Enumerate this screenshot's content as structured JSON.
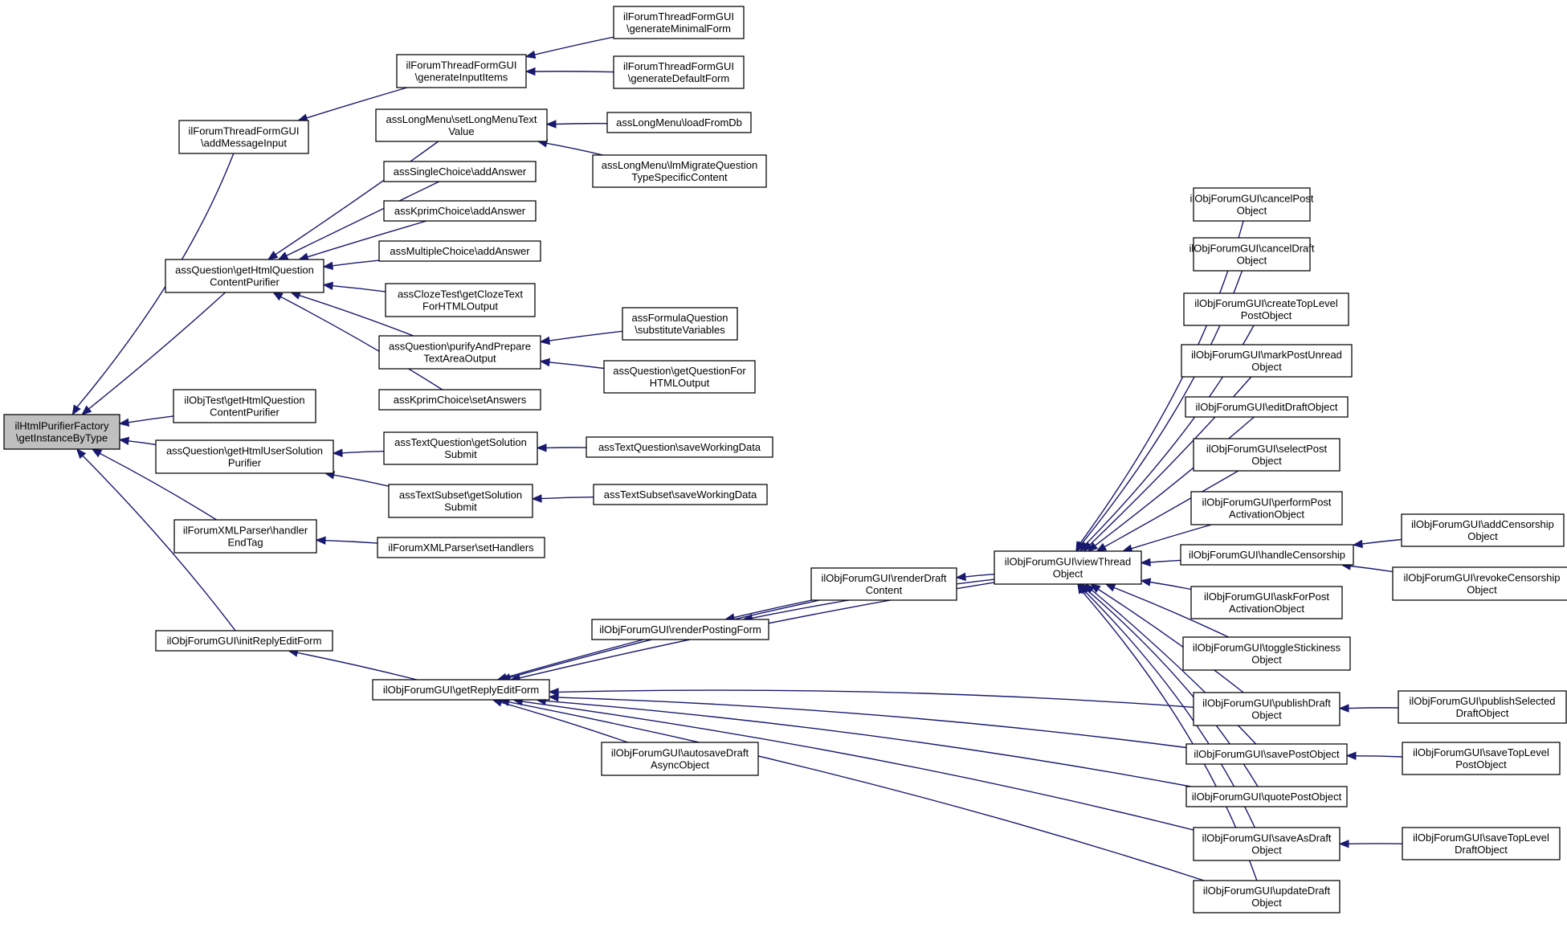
{
  "graph": {
    "edge_color": "#191970",
    "root_fill": "#bfbfbf",
    "nodes": [
      {
        "id": "root",
        "lines": [
          "ilHtmlPurifierFactory",
          "\\getInstanceByType"
        ],
        "highlight": true
      },
      {
        "id": "addMessageInput",
        "lines": [
          "ilForumThreadFormGUI",
          "\\addMessageInput"
        ]
      },
      {
        "id": "generateInputItems",
        "lines": [
          "ilForumThreadFormGUI",
          "\\generateInputItems"
        ]
      },
      {
        "id": "generateMinimalForm",
        "lines": [
          "ilForumThreadFormGUI",
          "\\generateMinimalForm"
        ]
      },
      {
        "id": "generateDefaultForm",
        "lines": [
          "ilForumThreadFormGUI",
          "\\generateDefaultForm"
        ]
      },
      {
        "id": "qContentPurifier",
        "lines": [
          "assQuestion\\getHtmlQuestion",
          "ContentPurifier"
        ]
      },
      {
        "id": "setLongMenuTextValue",
        "lines": [
          "assLongMenu\\setLongMenuText",
          "Value"
        ]
      },
      {
        "id": "loadFromDb",
        "lines": [
          "assLongMenu\\loadFromDb"
        ]
      },
      {
        "id": "lmMigrate",
        "lines": [
          "assLongMenu\\lmMigrateQuestion",
          "TypeSpecificContent"
        ]
      },
      {
        "id": "scAddAnswer",
        "lines": [
          "assSingleChoice\\addAnswer"
        ]
      },
      {
        "id": "kpAddAnswer",
        "lines": [
          "assKprimChoice\\addAnswer"
        ]
      },
      {
        "id": "mcAddAnswer",
        "lines": [
          "assMultipleChoice\\addAnswer"
        ]
      },
      {
        "id": "clozeText",
        "lines": [
          "assClozeTest\\getClozeText",
          "ForHTMLOutput"
        ]
      },
      {
        "id": "purifyPrepare",
        "lines": [
          "assQuestion\\purifyAndPrepare",
          "TextAreaOutput"
        ]
      },
      {
        "id": "substituteVariables",
        "lines": [
          "assFormulaQuestion",
          "\\substituteVariables"
        ]
      },
      {
        "id": "getQuestionForHTML",
        "lines": [
          "assQuestion\\getQuestionFor",
          "HTMLOutput"
        ]
      },
      {
        "id": "kpSetAnswers",
        "lines": [
          "assKprimChoice\\setAnswers"
        ]
      },
      {
        "id": "objTestPurifier",
        "lines": [
          "ilObjTest\\getHtmlQuestion",
          "ContentPurifier"
        ]
      },
      {
        "id": "userSolPurifier",
        "lines": [
          "assQuestion\\getHtmlUserSolution",
          "Purifier"
        ]
      },
      {
        "id": "tqSolutionSubmit",
        "lines": [
          "assTextQuestion\\getSolution",
          "Submit"
        ]
      },
      {
        "id": "tqSaveWorking",
        "lines": [
          "assTextQuestion\\saveWorkingData"
        ]
      },
      {
        "id": "tsSolutionSubmit",
        "lines": [
          "assTextSubset\\getSolution",
          "Submit"
        ]
      },
      {
        "id": "tsSaveWorking",
        "lines": [
          "assTextSubset\\saveWorkingData"
        ]
      },
      {
        "id": "xmlHandlerEndTag",
        "lines": [
          "ilForumXMLParser\\handler",
          "EndTag"
        ]
      },
      {
        "id": "xmlSetHandlers",
        "lines": [
          "ilForumXMLParser\\setHandlers"
        ]
      },
      {
        "id": "initReplyEditForm",
        "lines": [
          "ilObjForumGUI\\initReplyEditForm"
        ]
      },
      {
        "id": "getReplyEditForm",
        "lines": [
          "ilObjForumGUI\\getReplyEditForm"
        ]
      },
      {
        "id": "renderPostingForm",
        "lines": [
          "ilObjForumGUI\\renderPostingForm"
        ]
      },
      {
        "id": "renderDraftContent",
        "lines": [
          "ilObjForumGUI\\renderDraft",
          "Content"
        ]
      },
      {
        "id": "autosaveDraft",
        "lines": [
          "ilObjForumGUI\\autosaveDraft",
          "AsyncObject"
        ]
      },
      {
        "id": "viewThread",
        "lines": [
          "ilObjForumGUI\\viewThread",
          "Object"
        ]
      },
      {
        "id": "cancelPost",
        "lines": [
          "ilObjForumGUI\\cancelPost",
          "Object"
        ]
      },
      {
        "id": "cancelDraft",
        "lines": [
          "ilObjForumGUI\\cancelDraft",
          "Object"
        ]
      },
      {
        "id": "createTopLevel",
        "lines": [
          "ilObjForumGUI\\createTopLevel",
          "PostObject"
        ]
      },
      {
        "id": "markPostUnread",
        "lines": [
          "ilObjForumGUI\\markPostUnread",
          "Object"
        ]
      },
      {
        "id": "editDraft",
        "lines": [
          "ilObjForumGUI\\editDraftObject"
        ]
      },
      {
        "id": "selectPost",
        "lines": [
          "ilObjForumGUI\\selectPost",
          "Object"
        ]
      },
      {
        "id": "performPostActivation",
        "lines": [
          "ilObjForumGUI\\performPost",
          "ActivationObject"
        ]
      },
      {
        "id": "handleCensorship",
        "lines": [
          "ilObjForumGUI\\handleCensorship"
        ]
      },
      {
        "id": "addCensorship",
        "lines": [
          "ilObjForumGUI\\addCensorship",
          "Object"
        ]
      },
      {
        "id": "revokeCensorship",
        "lines": [
          "ilObjForumGUI\\revokeCensorship",
          "Object"
        ]
      },
      {
        "id": "askForPostActivation",
        "lines": [
          "ilObjForumGUI\\askForPost",
          "ActivationObject"
        ]
      },
      {
        "id": "toggleStickiness",
        "lines": [
          "ilObjForumGUI\\toggleStickiness",
          "Object"
        ]
      },
      {
        "id": "publishDraft",
        "lines": [
          "ilObjForumGUI\\publishDraft",
          "Object"
        ]
      },
      {
        "id": "publishSelectedDraft",
        "lines": [
          "ilObjForumGUI\\publishSelected",
          "DraftObject"
        ]
      },
      {
        "id": "savePost",
        "lines": [
          "ilObjForumGUI\\savePostObject"
        ]
      },
      {
        "id": "saveTopLevelPost",
        "lines": [
          "ilObjForumGUI\\saveTopLevel",
          "PostObject"
        ]
      },
      {
        "id": "quotePost",
        "lines": [
          "ilObjForumGUI\\quotePostObject"
        ]
      },
      {
        "id": "saveAsDraft",
        "lines": [
          "ilObjForumGUI\\saveAsDraft",
          "Object"
        ]
      },
      {
        "id": "saveTopLevelDraft",
        "lines": [
          "ilObjForumGUI\\saveTopLevel",
          "DraftObject"
        ]
      },
      {
        "id": "updateDraft",
        "lines": [
          "ilObjForumGUI\\updateDraft",
          "Object"
        ]
      }
    ],
    "edges": [
      [
        "addMessageInput",
        "root"
      ],
      [
        "qContentPurifier",
        "root"
      ],
      [
        "objTestPurifier",
        "root"
      ],
      [
        "userSolPurifier",
        "root"
      ],
      [
        "xmlHandlerEndTag",
        "root"
      ],
      [
        "initReplyEditForm",
        "root"
      ],
      [
        "generateInputItems",
        "addMessageInput"
      ],
      [
        "generateMinimalForm",
        "generateInputItems"
      ],
      [
        "generateDefaultForm",
        "generateInputItems"
      ],
      [
        "setLongMenuTextValue",
        "qContentPurifier"
      ],
      [
        "scAddAnswer",
        "qContentPurifier"
      ],
      [
        "kpAddAnswer",
        "qContentPurifier"
      ],
      [
        "mcAddAnswer",
        "qContentPurifier"
      ],
      [
        "clozeText",
        "qContentPurifier"
      ],
      [
        "purifyPrepare",
        "qContentPurifier"
      ],
      [
        "kpSetAnswers",
        "qContentPurifier"
      ],
      [
        "loadFromDb",
        "setLongMenuTextValue"
      ],
      [
        "lmMigrate",
        "setLongMenuTextValue"
      ],
      [
        "substituteVariables",
        "purifyPrepare"
      ],
      [
        "getQuestionForHTML",
        "purifyPrepare"
      ],
      [
        "tqSolutionSubmit",
        "userSolPurifier"
      ],
      [
        "tsSolutionSubmit",
        "userSolPurifier"
      ],
      [
        "tqSaveWorking",
        "tqSolutionSubmit"
      ],
      [
        "tsSaveWorking",
        "tsSolutionSubmit"
      ],
      [
        "xmlSetHandlers",
        "xmlHandlerEndTag"
      ],
      [
        "getReplyEditForm",
        "initReplyEditForm"
      ],
      [
        "renderPostingForm",
        "getReplyEditForm"
      ],
      [
        "renderDraftContent",
        "getReplyEditForm"
      ],
      [
        "viewThread",
        "getReplyEditForm"
      ],
      [
        "autosaveDraft",
        "getReplyEditForm"
      ],
      [
        "publishDraft",
        "getReplyEditForm"
      ],
      [
        "savePost",
        "getReplyEditForm"
      ],
      [
        "quotePost",
        "getReplyEditForm"
      ],
      [
        "saveAsDraft",
        "getReplyEditForm"
      ],
      [
        "updateDraft",
        "getReplyEditForm"
      ],
      [
        "renderDraftContent",
        "renderPostingForm"
      ],
      [
        "viewThread",
        "renderPostingForm"
      ],
      [
        "viewThread",
        "renderDraftContent"
      ],
      [
        "cancelPost",
        "viewThread"
      ],
      [
        "cancelDraft",
        "viewThread"
      ],
      [
        "createTopLevel",
        "viewThread"
      ],
      [
        "markPostUnread",
        "viewThread"
      ],
      [
        "editDraft",
        "viewThread"
      ],
      [
        "selectPost",
        "viewThread"
      ],
      [
        "performPostActivation",
        "viewThread"
      ],
      [
        "handleCensorship",
        "viewThread"
      ],
      [
        "askForPostActivation",
        "viewThread"
      ],
      [
        "toggleStickiness",
        "viewThread"
      ],
      [
        "publishDraft",
        "viewThread"
      ],
      [
        "savePost",
        "viewThread"
      ],
      [
        "quotePost",
        "viewThread"
      ],
      [
        "saveAsDraft",
        "viewThread"
      ],
      [
        "updateDraft",
        "viewThread"
      ],
      [
        "addCensorship",
        "handleCensorship"
      ],
      [
        "revokeCensorship",
        "handleCensorship"
      ],
      [
        "publishSelectedDraft",
        "publishDraft"
      ],
      [
        "saveTopLevelPost",
        "savePost"
      ],
      [
        "saveTopLevelDraft",
        "saveAsDraft"
      ]
    ]
  }
}
